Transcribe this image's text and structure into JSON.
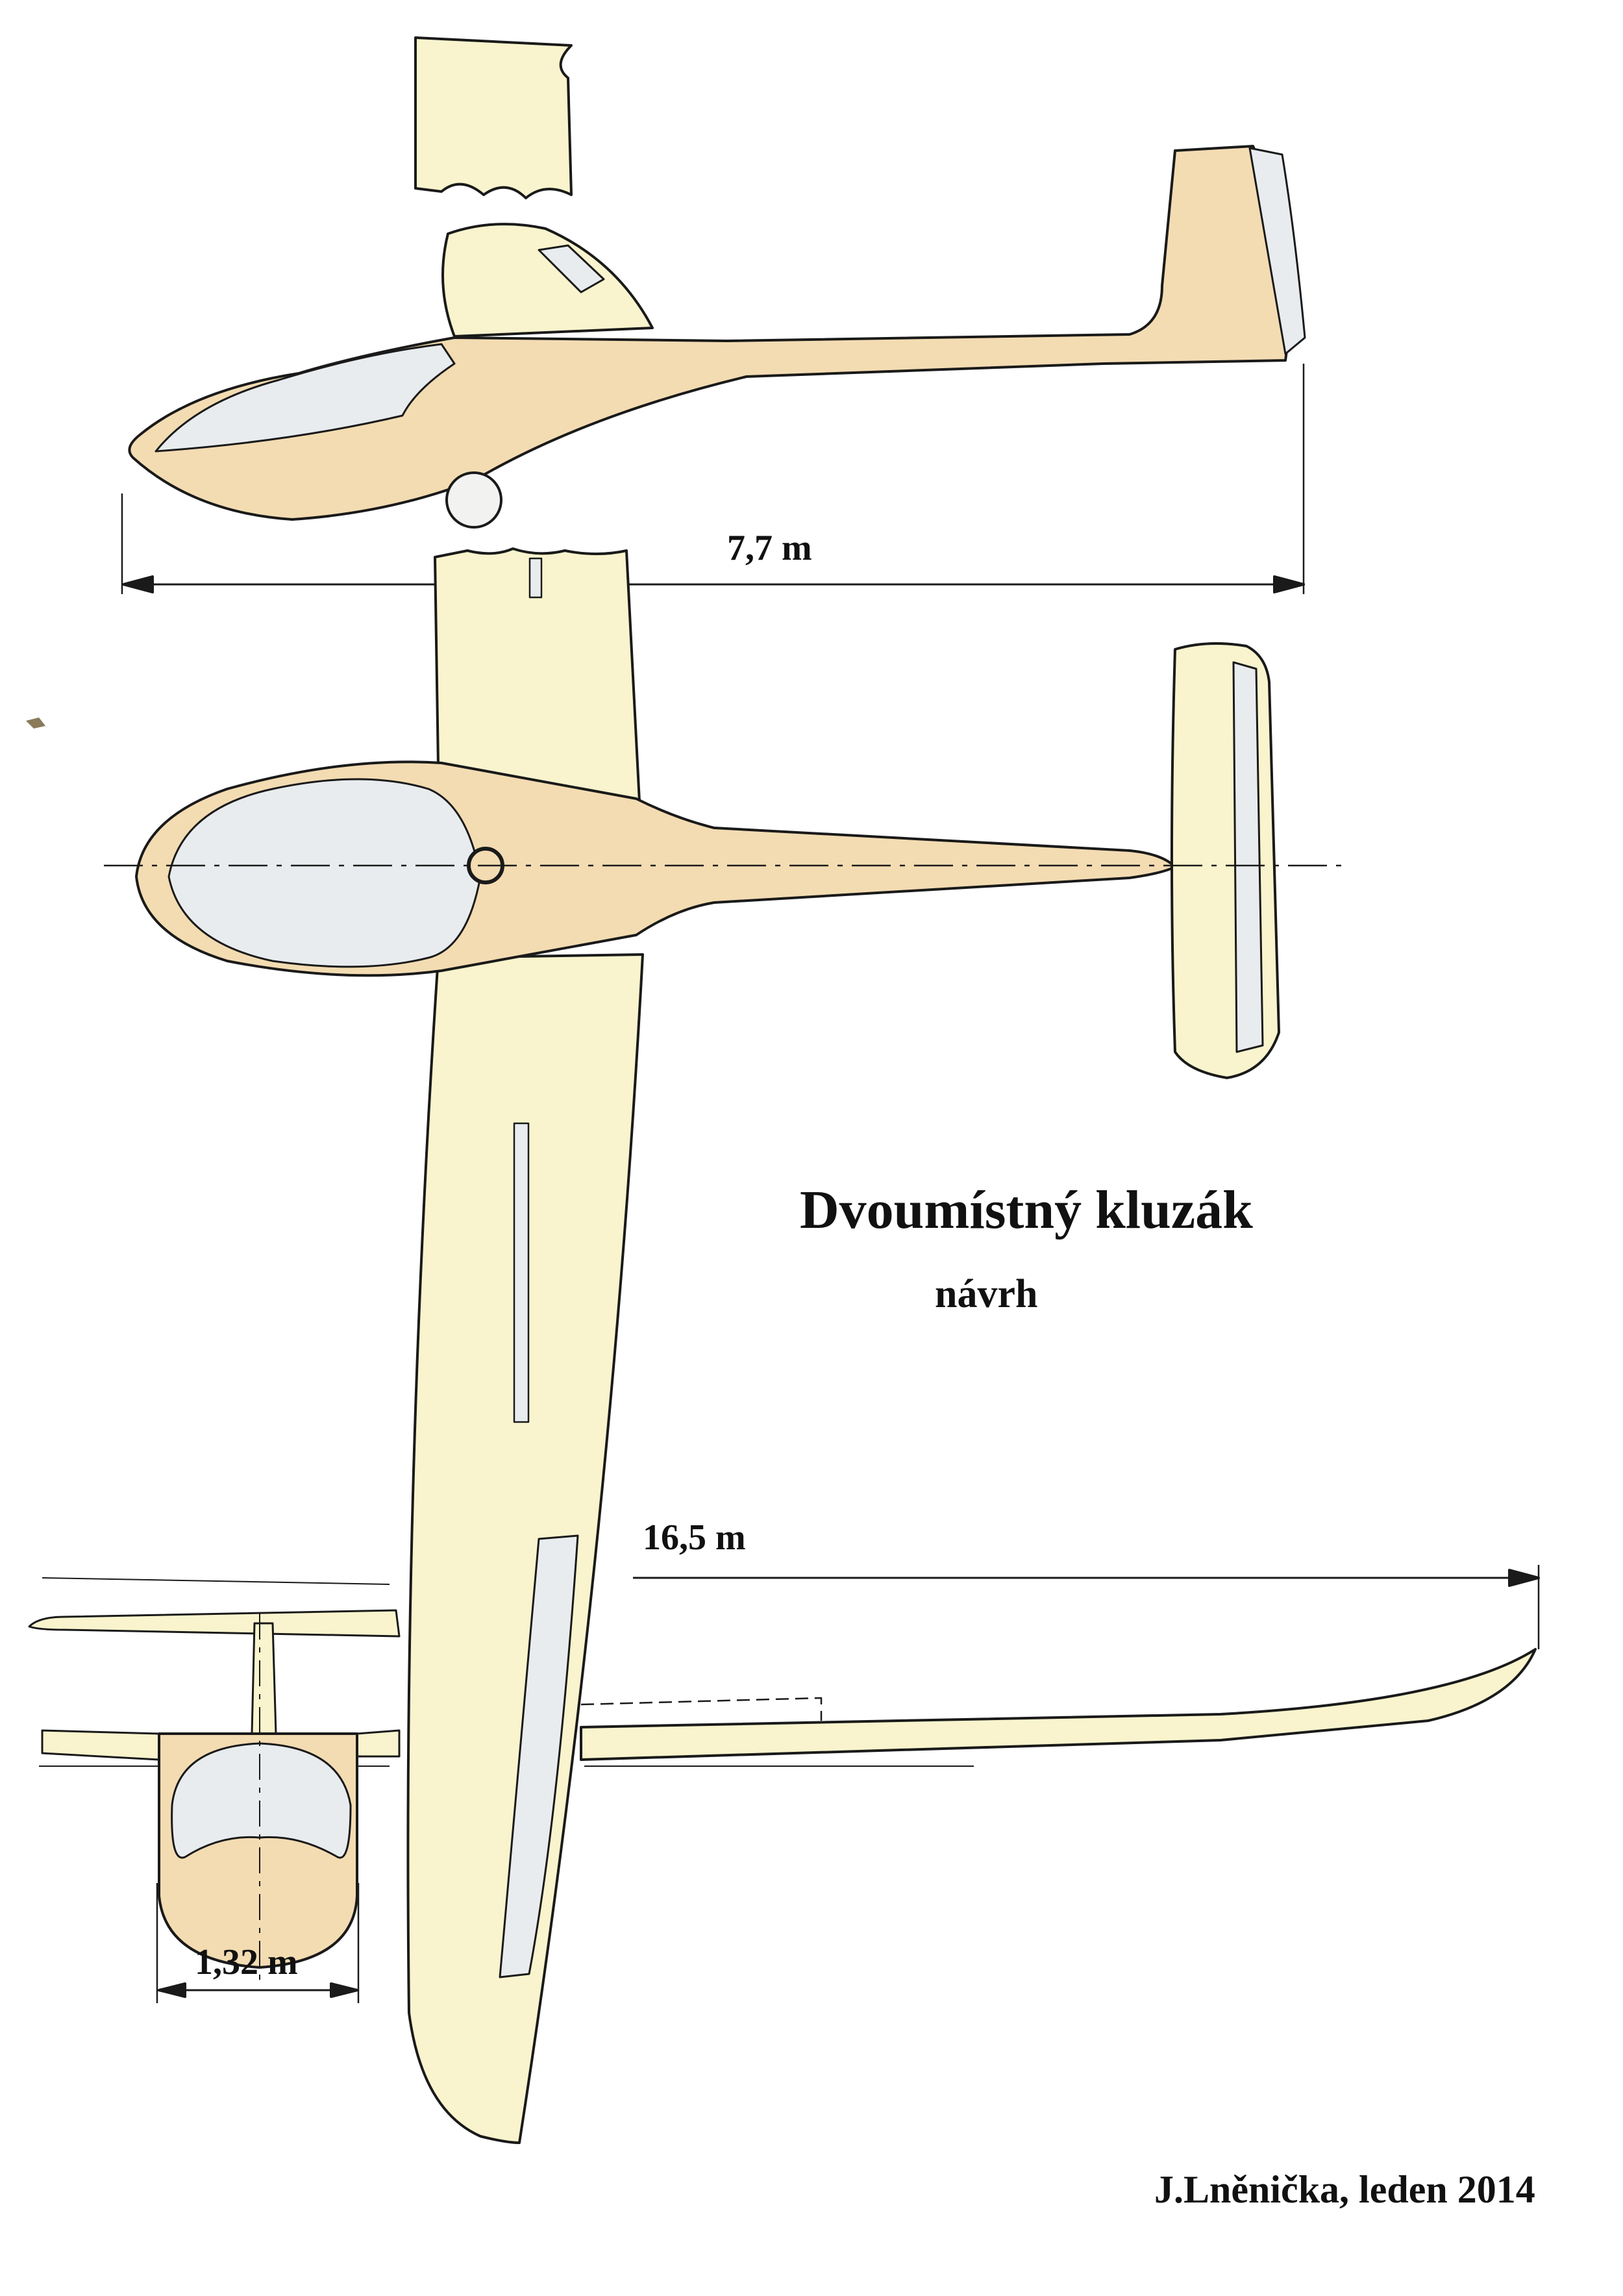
{
  "title": "Dvoumístný kluzák",
  "subtitle": "návrh",
  "dimensions": {
    "fuselage_length": "7,7 m",
    "wingspan": "16,5 m",
    "fuselage_width": "1,32 m"
  },
  "author": "J.Lněnička, leden 2014",
  "colors": {
    "fuselage": "#f3dcb2",
    "wing": "#f9f4cd",
    "canopy": "#e9ecee",
    "line": "#1a1a1a"
  }
}
